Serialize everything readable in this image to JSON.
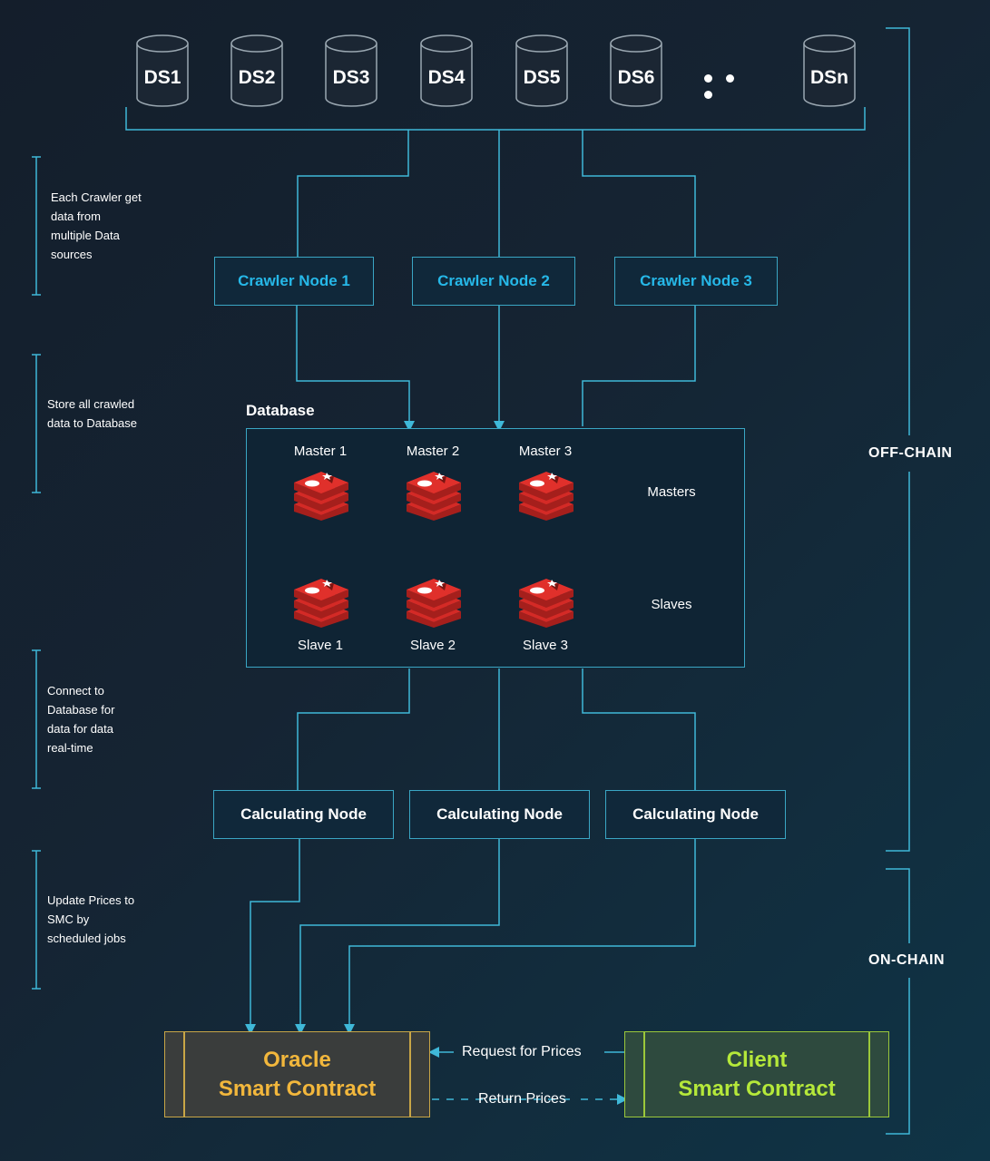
{
  "data_sources": [
    "DS1",
    "DS2",
    "DS3",
    "DS4",
    "DS5",
    "DS6",
    "DSn"
  ],
  "crawlers": [
    "Crawler Node 1",
    "Crawler Node 2",
    "Crawler Node 3"
  ],
  "database": {
    "title": "Database",
    "masters": [
      "Master 1",
      "Master 2",
      "Master 3"
    ],
    "slaves": [
      "Slave 1",
      "Slave 2",
      "Slave 3"
    ],
    "masters_label": "Masters",
    "slaves_label": "Slaves"
  },
  "calculators": [
    "Calculating Node",
    "Calculating Node",
    "Calculating Node"
  ],
  "steps": [
    "Each Crawler get data from multiple Data sources",
    "Store all crawled data to Database",
    "Connect to Database for data for data real-time",
    "Update Prices to SMC by scheduled jobs"
  ],
  "zones": {
    "off_chain": "OFF-CHAIN",
    "on_chain": "ON-CHAIN"
  },
  "oracle": {
    "line1": "Oracle",
    "line2": "Smart Contract"
  },
  "client": {
    "line1": "Client",
    "line2": "Smart Contract"
  },
  "flows": {
    "request": "Request for Prices",
    "return": "Return Prices"
  },
  "colors": {
    "line": "#3fb8d8",
    "crawler_text": "#26b8e8",
    "oracle_text": "#f2b73c",
    "client_text": "#b5e83a",
    "redis_red": "#d42a26"
  }
}
